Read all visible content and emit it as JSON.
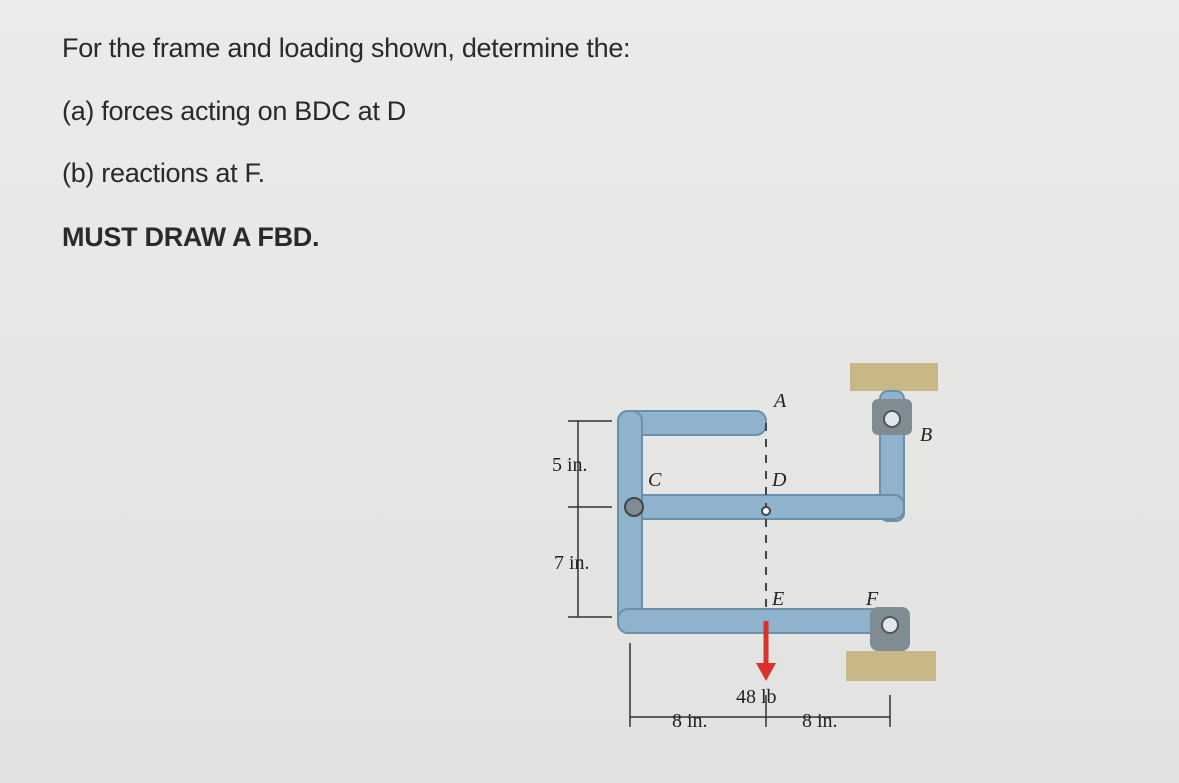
{
  "question": {
    "intro": "For the frame and loading shown, determine the:",
    "part_a": "(a) forces acting on BDC at D",
    "part_b": "(b) reactions at F.",
    "instruction": "MUST DRAW A FBD."
  },
  "figure": {
    "labels": {
      "A": "A",
      "B": "B",
      "C": "C",
      "D": "D",
      "E": "E",
      "F": "F"
    },
    "dims": {
      "top_height": "5 in.",
      "bottom_height": "7 in.",
      "left_width": "8 in.",
      "right_width": "8 in."
    },
    "load": "48 lb",
    "colors": {
      "member": "#8fb3cc",
      "member_edge": "#6a90ab",
      "support": "#c8b887",
      "load_arrow": "#d8322a"
    }
  }
}
